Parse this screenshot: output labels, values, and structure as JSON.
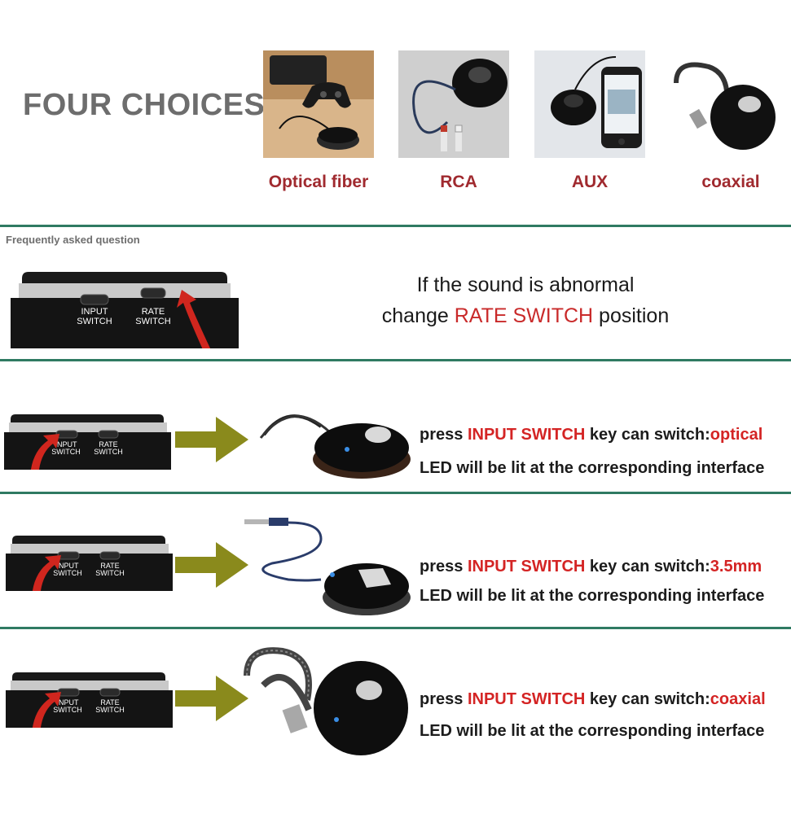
{
  "header": {
    "title": "FOUR CHOICES",
    "choices": [
      {
        "label": "Optical fiber",
        "icon": "optical-fiber-photo"
      },
      {
        "label": "RCA",
        "icon": "rca-cable-photo"
      },
      {
        "label": "AUX",
        "icon": "aux-phone-photo"
      },
      {
        "label": "coaxial",
        "icon": "coaxial-cable-photo"
      }
    ]
  },
  "faq": {
    "label": "Frequently asked question",
    "switch_labels": {
      "input": [
        "INPUT",
        "SWITCH"
      ],
      "rate": [
        "RATE",
        "SWITCH"
      ]
    },
    "line1": "If the sound is abnormal",
    "line2_pre": "change ",
    "line2_hl": "RATE SWITCH",
    "line2_post": " position"
  },
  "rows": [
    {
      "pre": "press ",
      "hl1": "INPUT SWITCH",
      "mid": " key can switch",
      "colon": ":",
      "mode": "optical",
      "line2": "LED will be lit at the corresponding interface"
    },
    {
      "pre": "press ",
      "hl1": "INPUT SWITCH",
      "mid": " key can switch",
      "colon": ":",
      "mode": "3.5mm",
      "line2": "LED will be lit at the corresponding interface"
    },
    {
      "pre": "press ",
      "hl1": "INPUT SWITCH",
      "mid": " key can switch",
      "colon": ":",
      "mode": "coaxial",
      "line2": "LED will be lit at the corresponding interface"
    }
  ],
  "colors": {
    "accent_red": "#c92a2a",
    "divider": "#2f7a62",
    "arrow": "#8a8a1c",
    "title_gray": "#6d6d6d"
  }
}
